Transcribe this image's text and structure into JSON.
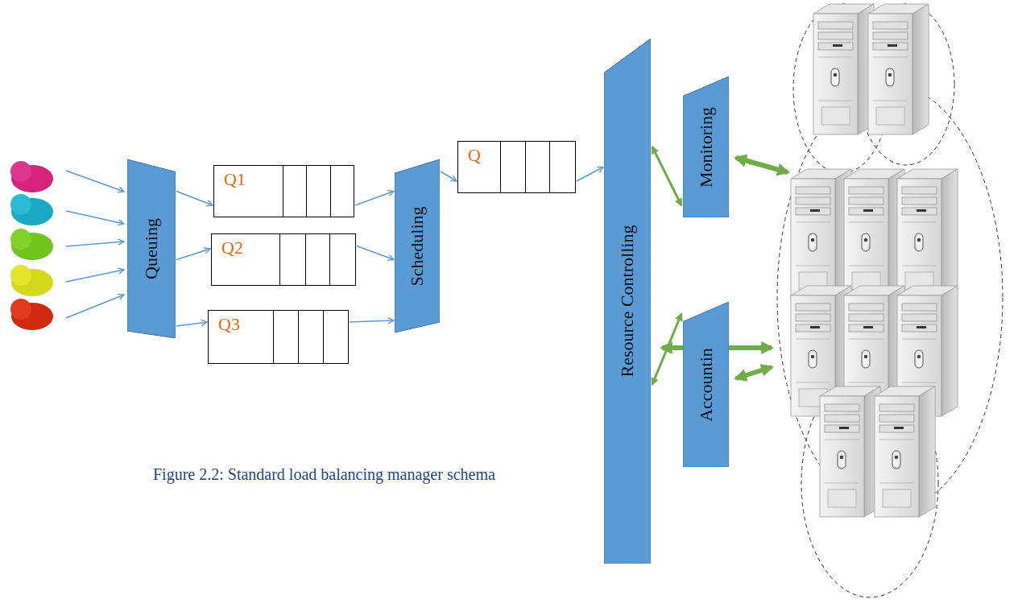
{
  "diagram": {
    "caption": "Figure 2.2: Standard load balancing manager schema",
    "nodes": [
      {
        "text": [
          "Queuing"
        ]
      },
      {
        "text": [
          "Q1"
        ]
      },
      {
        "text": [
          "Q2"
        ]
      },
      {
        "text": [
          "Q3"
        ]
      },
      {
        "text": [
          "Scheduling"
        ]
      },
      {
        "text": [
          "Q"
        ]
      },
      {
        "text": [
          "Resource Controlling"
        ]
      },
      {
        "text": [
          "Monitoring"
        ]
      },
      {
        "text": [
          "Accountin"
        ]
      }
    ],
    "edges": [
      {
        "from": 0,
        "to": 1,
        "arrow": "to"
      },
      {
        "from": 0,
        "to": 2,
        "arrow": "to"
      },
      {
        "from": 0,
        "to": 3,
        "arrow": "to"
      },
      {
        "from": 1,
        "to": 4,
        "arrow": "to"
      },
      {
        "from": 2,
        "to": 4,
        "arrow": "to"
      },
      {
        "from": 3,
        "to": 4,
        "arrow": "to"
      },
      {
        "from": 4,
        "to": 5,
        "arrow": "to"
      },
      {
        "from": 5,
        "to": 6,
        "arrow": "to"
      },
      {
        "from": 6,
        "to": 7,
        "arrow": "both"
      },
      {
        "from": 6,
        "to": 8,
        "arrow": "both"
      }
    ]
  }
}
